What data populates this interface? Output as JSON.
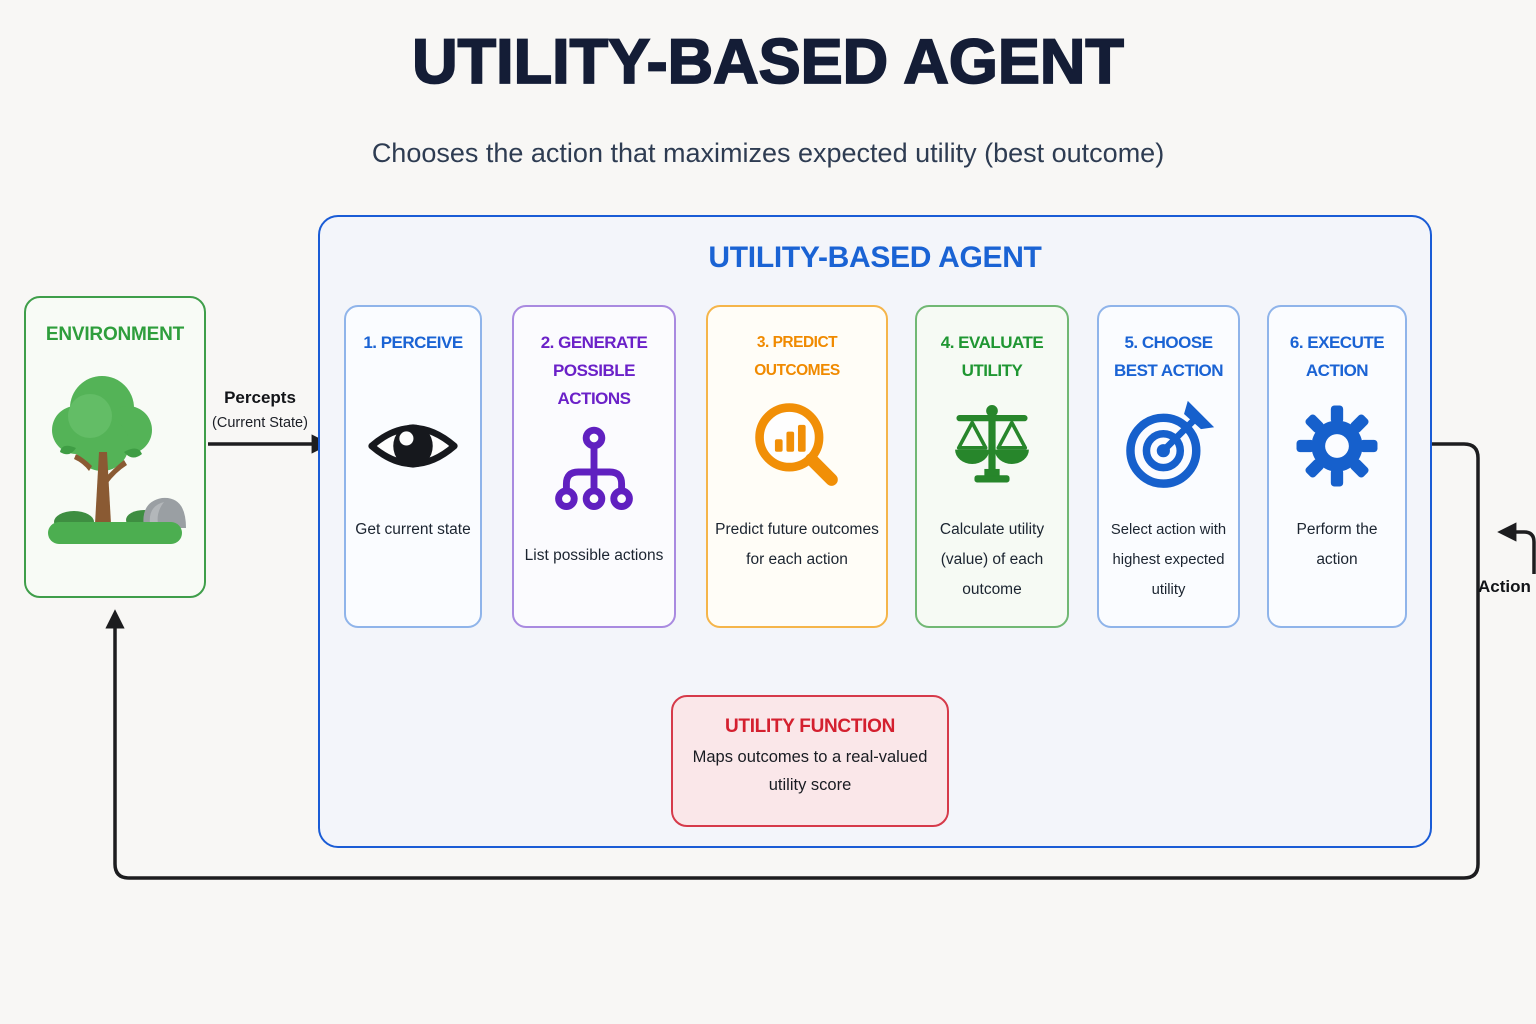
{
  "page": {
    "title": "UTILITY-BASED AGENT",
    "subtitle": "Chooses the action that maximizes expected utility (best outcome)"
  },
  "agent": {
    "title": "UTILITY-BASED AGENT"
  },
  "environment": {
    "label": "ENVIRONMENT",
    "illustration": "tree-rock-grass-scene"
  },
  "percepts": {
    "label": "Percepts",
    "sublabel": "(Current State)"
  },
  "action": {
    "label": "Action"
  },
  "cards": [
    {
      "title": "1. PERCEIVE",
      "description": "Get current state",
      "icon": "eye-icon",
      "accent": "blue"
    },
    {
      "title": "2. GENERATE POSSIBLE ACTIONS",
      "description": "List possible actions",
      "icon": "branch-icon",
      "accent": "purple"
    },
    {
      "title": "3. PREDICT OUTCOMES",
      "description": "Predict future outcomes for each action",
      "icon": "magnifier-chart-icon",
      "accent": "orange"
    },
    {
      "title": "4. EVALUATE UTILITY",
      "description": "Calculate utility (value) of each outcome",
      "icon": "balance-scale-icon",
      "accent": "green"
    },
    {
      "title": "5. CHOOSE BEST ACTION",
      "description": "Select action with highest expected utility",
      "icon": "target-dart-icon",
      "accent": "blue"
    },
    {
      "title": "6. EXECUTE ACTION",
      "description": "Perform the action",
      "icon": "gear-icon",
      "accent": "blue"
    }
  ],
  "utility_function": {
    "title": "UTILITY FUNCTION",
    "description": "Maps outcomes to a real-valued utility score"
  },
  "colors": {
    "title": "#141d36",
    "subtitle": "#2e3c52",
    "blue": "#1a63d4",
    "blue-light": "#8fb4ea",
    "purple": "#6b21c8",
    "purple-light": "#a98ae0",
    "orange": "#f08a00",
    "orange-light": "#f5b54a",
    "green": "#1f9632",
    "green-light": "#71b874",
    "env-green": "#2e9e3c",
    "red": "#d4202f",
    "pink": "#fae7e9",
    "line": "#1d1d1f",
    "page-bg": "#f8f7f5",
    "agent-bg": "#f3f5fa"
  }
}
